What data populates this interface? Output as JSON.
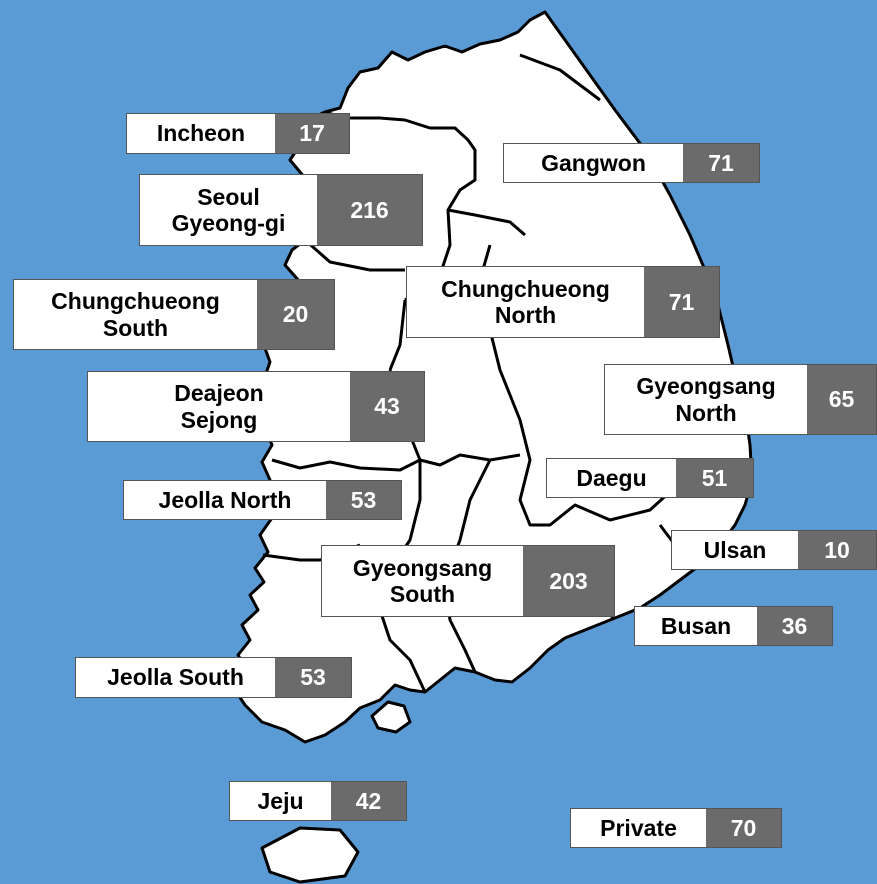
{
  "colors": {
    "sea": "#5b9bd5",
    "land": "#ffffff",
    "border": "#000000",
    "count_box": "#6b6b6b",
    "count_text": "#ffffff"
  },
  "regions": [
    {
      "key": "incheon",
      "name_lines": [
        "Incheon"
      ],
      "count": "17"
    },
    {
      "key": "seoul-gyeonggi",
      "name_lines": [
        "Seoul",
        "Gyeong-gi"
      ],
      "count": "216"
    },
    {
      "key": "gangwon",
      "name_lines": [
        "Gangwon"
      ],
      "count": "71"
    },
    {
      "key": "chungcheong-south",
      "name_lines": [
        "Chungchueong",
        "South"
      ],
      "count": "20"
    },
    {
      "key": "chungcheong-north",
      "name_lines": [
        "Chungchueong",
        "North"
      ],
      "count": "71"
    },
    {
      "key": "daejeon-sejong",
      "name_lines": [
        "Deajeon",
        "Sejong"
      ],
      "count": "43"
    },
    {
      "key": "gyeongsang-north",
      "name_lines": [
        "Gyeongsang",
        "North"
      ],
      "count": "65"
    },
    {
      "key": "daegu",
      "name_lines": [
        "Daegu"
      ],
      "count": "51"
    },
    {
      "key": "jeolla-north",
      "name_lines": [
        "Jeolla North"
      ],
      "count": "53"
    },
    {
      "key": "ulsan",
      "name_lines": [
        "Ulsan"
      ],
      "count": "10"
    },
    {
      "key": "gyeongsang-south",
      "name_lines": [
        "Gyeongsang",
        "South"
      ],
      "count": "203"
    },
    {
      "key": "busan",
      "name_lines": [
        "Busan"
      ],
      "count": "36"
    },
    {
      "key": "jeolla-south",
      "name_lines": [
        "Jeolla South"
      ],
      "count": "53"
    },
    {
      "key": "jeju",
      "name_lines": [
        "Jeju"
      ],
      "count": "42"
    },
    {
      "key": "private",
      "name_lines": [
        "Private"
      ],
      "count": "70"
    }
  ]
}
